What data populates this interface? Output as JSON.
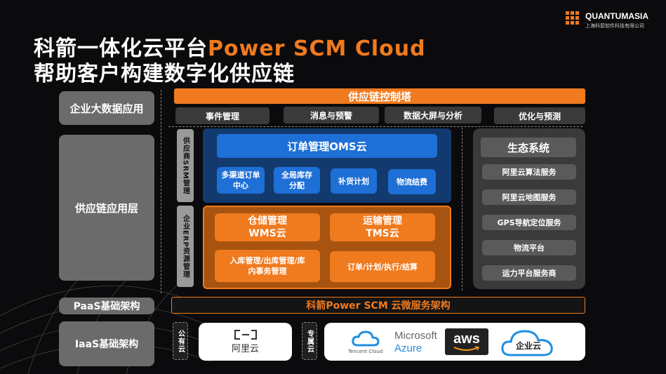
{
  "logo": {
    "name": "QUANTUMASIA",
    "company": "上海科箭软件科技有限公司"
  },
  "title": {
    "line1_cn": "科箭一体化云平台",
    "line1_en": "Power SCM Cloud",
    "line2": "帮助客户构建数字化供应链"
  },
  "left_layers": {
    "big_data": "企业大数据应用",
    "supply_chain": "供应链应用层",
    "paas": "PaaS基础架构",
    "iaas": "IaaS基础架构"
  },
  "control_tower": {
    "title": "供应链控制塔",
    "tabs": [
      "事件管理",
      "消息与预警",
      "数据大屏与分析",
      "优化与预测"
    ]
  },
  "side_labels": {
    "srm": "供应商SRM管理",
    "erp": "企业ERP资源管理"
  },
  "oms": {
    "title": "订单管理OMS云",
    "chips": [
      "多渠道订单中心",
      "全局库存分配",
      "补货计划",
      "物流结费"
    ]
  },
  "wms": {
    "title1": "仓储管理",
    "title2": "WMS云",
    "detail": "入库管理/出库管理/库内事务管理"
  },
  "tms": {
    "title1": "运输管理",
    "title2": "TMS云",
    "detail": "订单/计划/执行/结算"
  },
  "ecosystem": {
    "title": "生态系统",
    "items": [
      "阿里云算法服务",
      "阿里云地图服务",
      "GPS导航定位服务",
      "物流平台",
      "运力平台服务商"
    ]
  },
  "paas_bar": "科箭Power SCM 云微服务架构",
  "iaas": {
    "public_label": "公有云",
    "private_label": "专属云",
    "aliyun": "阿里云",
    "tencent": "Tencent Cloud",
    "ms_line1": "Microsoft",
    "ms_line2": "Azure",
    "aws": "aws",
    "enterprise": "企业云"
  },
  "colors": {
    "accent_orange": "#f07a1e",
    "oms_blue": "#1e6fd6",
    "oms_bg": "#123a6e"
  }
}
